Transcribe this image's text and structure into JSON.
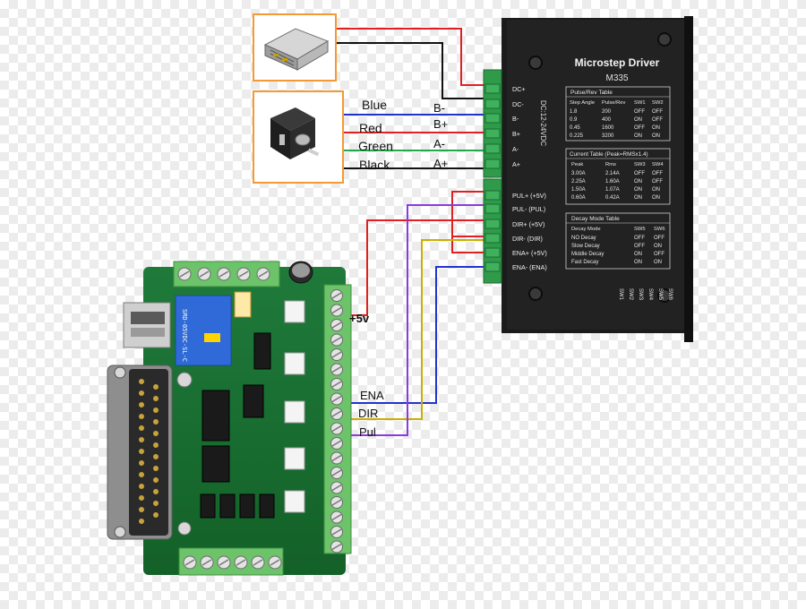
{
  "driver": {
    "title": "Microstep Driver",
    "model": "M335",
    "voltage_label": "DC:12-24VDC",
    "terminals": [
      "DC+",
      "DC-",
      "B-",
      "B+",
      "A-",
      "A+",
      "PUL+ (+5V)",
      "PUL- (PUL)",
      "DIR+ (+5V)",
      "DIR- (DIR)",
      "ENA+ (+5V)",
      "ENA- (ENA)"
    ],
    "pulse_table": {
      "title": "Pulse/Rev   Table",
      "headers": [
        "Step Angle",
        "Pulse/Rev",
        "SW1",
        "SW2"
      ],
      "rows": [
        [
          "1.8",
          "200",
          "OFF",
          "OFF"
        ],
        [
          "0.9",
          "400",
          "ON",
          "OFF"
        ],
        [
          "0.45",
          "1600",
          "OFF",
          "ON"
        ],
        [
          "0.225",
          "3200",
          "ON",
          "ON"
        ]
      ]
    },
    "current_table": {
      "title": "Current  Table    (Peak=RMSx1.4)",
      "headers": [
        "Peak",
        "Rms",
        "SW3",
        "SW4"
      ],
      "rows": [
        [
          "3.00A",
          "2.14A",
          "OFF",
          "OFF"
        ],
        [
          "2.25A",
          "1.60A",
          "ON",
          "OFF"
        ],
        [
          "1.50A",
          "1.07A",
          "ON",
          "ON"
        ],
        [
          "0.60A",
          "0.42A",
          "ON",
          "ON"
        ]
      ]
    },
    "decay_table": {
      "title": "Decay Mode  Table",
      "headers": [
        "Decay Mode",
        "SW5",
        "SW6"
      ],
      "rows": [
        [
          "NO Decay",
          "OFF",
          "OFF"
        ],
        [
          "Slow Decay",
          "OFF",
          "ON"
        ],
        [
          "Middle Decay",
          "ON",
          "OFF"
        ],
        [
          "Fast Decay",
          "ON",
          "ON"
        ]
      ]
    },
    "switch_labels": [
      "SW1",
      "SW2",
      "SW3",
      "SW4",
      "SW5",
      "SW6"
    ]
  },
  "wire_colors": {
    "Blue": "#2233cc",
    "Red": "#e02020",
    "Green": "#22a84a",
    "Black": "#111111",
    "Purple": "#8a3adf",
    "Yellow": "#c9b000"
  },
  "motor_wires": [
    {
      "name": "Blue",
      "terminal": "B-"
    },
    {
      "name": "Red",
      "terminal": "B+"
    },
    {
      "name": "Green",
      "terminal": "A-"
    },
    {
      "name": "Black",
      "terminal": "A+"
    }
  ],
  "breakout_labels": {
    "plus5v": "+5v",
    "ena": "ENA",
    "dir": "DIR",
    "pul": "Pul"
  },
  "box_border_color": "#f39a33"
}
